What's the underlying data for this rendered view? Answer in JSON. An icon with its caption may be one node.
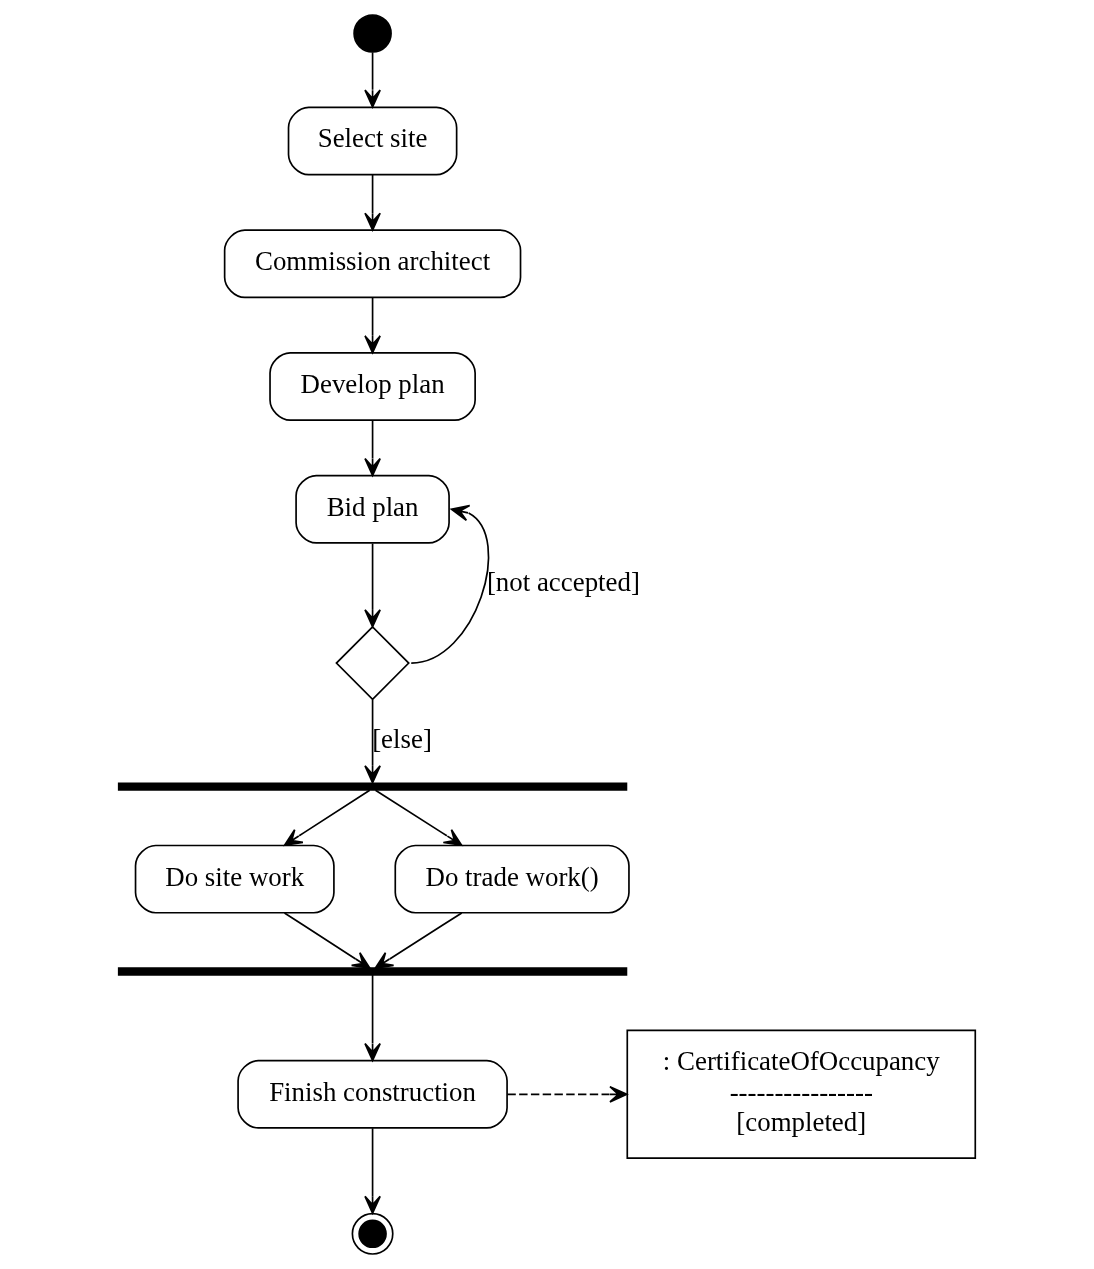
{
  "diagram": {
    "nodes": [
      {
        "text": [],
        "shape": "circle"
      },
      {
        "text": [
          "Select site"
        ]
      },
      {
        "text": [
          "Commission architect"
        ]
      },
      {
        "text": [
          "Develop plan"
        ]
      },
      {
        "text": [
          "Bid plan"
        ]
      },
      {
        "text": [],
        "shape": "diamond"
      },
      {
        "text": [],
        "shape": "bar"
      },
      {
        "text": [
          "Do site work"
        ]
      },
      {
        "text": [
          "Do trade work()"
        ]
      },
      {
        "text": [],
        "shape": "bar"
      },
      {
        "text": [
          "Finish construction"
        ]
      },
      {
        "text": [
          ": CertificateOfOccupancy",
          "----------------",
          "[completed]"
        ]
      },
      {
        "text": [],
        "shape": "circle"
      }
    ],
    "edges": [
      {
        "from": 0,
        "to": 1,
        "arrow": "to"
      },
      {
        "from": 1,
        "to": 2,
        "arrow": "to"
      },
      {
        "from": 2,
        "to": 3,
        "arrow": "to"
      },
      {
        "from": 3,
        "to": 4,
        "arrow": "to"
      },
      {
        "from": 4,
        "to": 5,
        "arrow": "to"
      },
      {
        "from": 5,
        "to": 4,
        "arrow": "to",
        "label": "[not accepted]"
      },
      {
        "from": 5,
        "to": 6,
        "arrow": "to",
        "label": "[else]"
      },
      {
        "from": 6,
        "to": 7,
        "arrow": "to"
      },
      {
        "from": 6,
        "to": 8,
        "arrow": "to"
      },
      {
        "from": 7,
        "to": 9,
        "arrow": "to"
      },
      {
        "from": 8,
        "to": 9,
        "arrow": "to"
      },
      {
        "from": 9,
        "to": 10,
        "arrow": "to"
      },
      {
        "from": 10,
        "to": 11,
        "arrow": "to",
        "style": "dashed"
      },
      {
        "from": 10,
        "to": 12,
        "arrow": "to"
      }
    ]
  }
}
